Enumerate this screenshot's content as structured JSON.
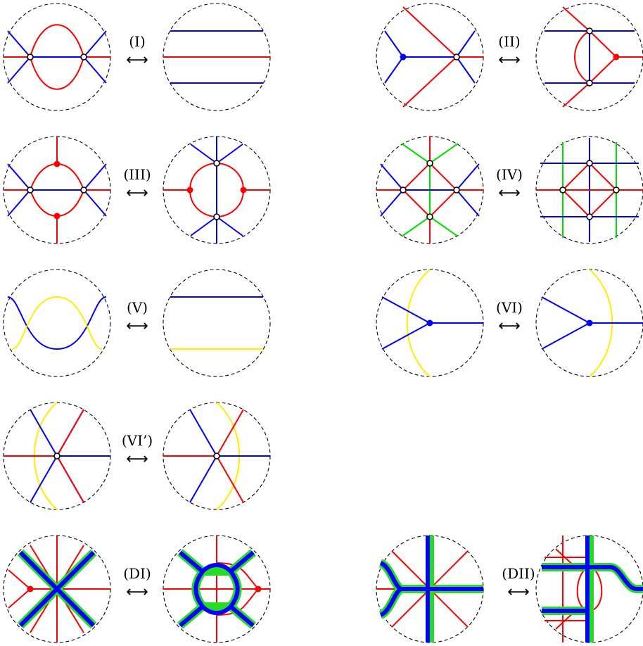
{
  "moves": [
    {
      "id": "I",
      "label": "(I)",
      "arrow": "⟷"
    },
    {
      "id": "II",
      "label": "(II)",
      "arrow": "⟷"
    },
    {
      "id": "III",
      "label": "(III)",
      "arrow": "⟷"
    },
    {
      "id": "IV",
      "label": "(IV)",
      "arrow": "⟷"
    },
    {
      "id": "V",
      "label": "(V)",
      "arrow": "⟷"
    },
    {
      "id": "VI",
      "label": "(VI)",
      "arrow": "⟷"
    },
    {
      "id": "VIp",
      "label": "(VI’)",
      "arrow": "⟷"
    },
    {
      "id": "DI",
      "label": "(DI)",
      "arrow": "⟷"
    },
    {
      "id": "DII",
      "label": "(DII)",
      "arrow": "⟷"
    }
  ],
  "colors": {
    "red": "#ff0000",
    "blue": "#0000ff",
    "green": "#00e000",
    "yellow": "#ffee00",
    "thick_outer": "#22dd22",
    "thick_inner": "#0000ff"
  }
}
